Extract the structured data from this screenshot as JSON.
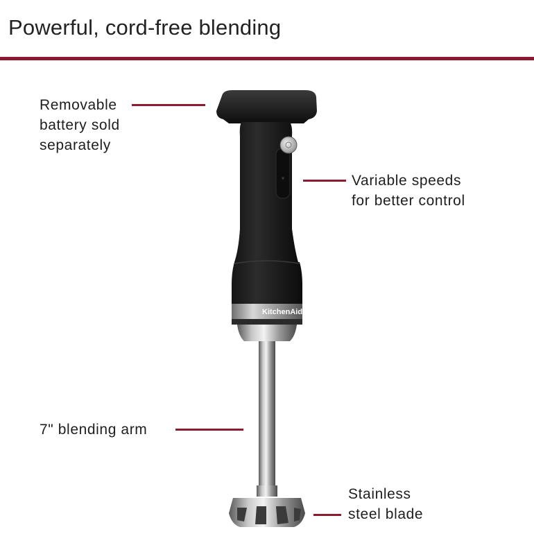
{
  "title": "Powerful, cord-free blending",
  "accent_color": "#8c1b2f",
  "callouts": [
    {
      "id": "battery",
      "text": "Removable\nbattery sold\nseparately"
    },
    {
      "id": "speeds",
      "text": "Variable speeds\nfor better control"
    },
    {
      "id": "arm",
      "text": "7\" blending arm"
    },
    {
      "id": "blade",
      "text": "Stainless\nsteel blade"
    }
  ],
  "product": {
    "name": "cordless hand blender",
    "brand_logo_text": "KitchenAid"
  }
}
